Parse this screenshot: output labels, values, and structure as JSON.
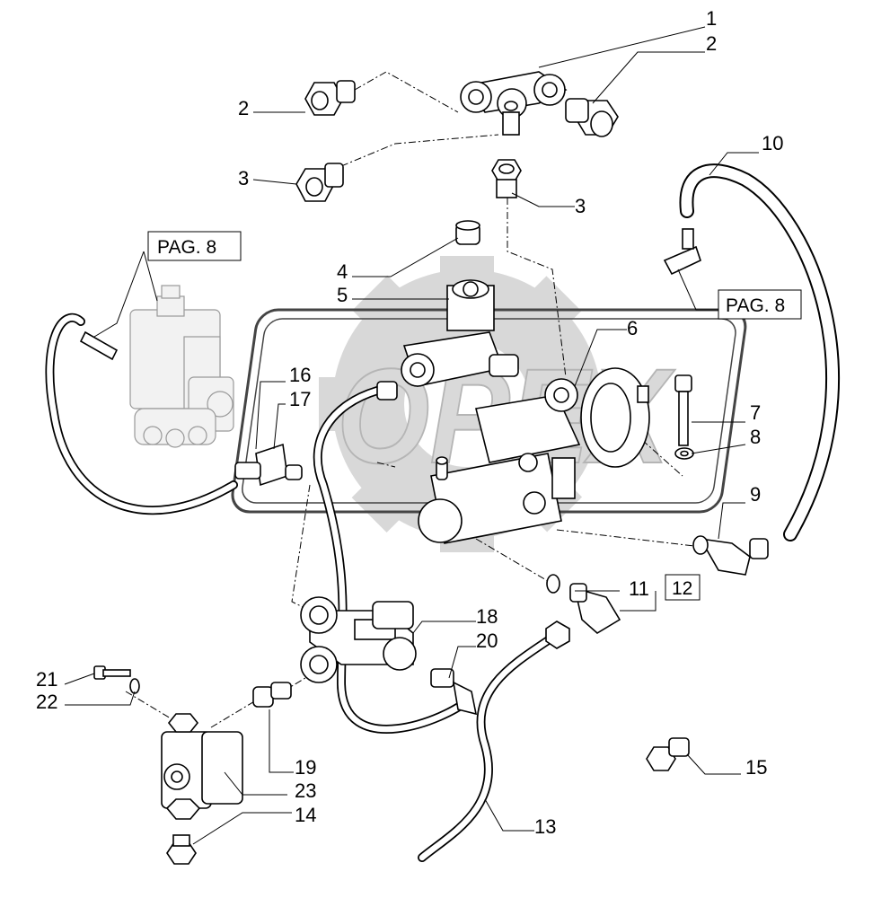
{
  "watermark": {
    "text": "OPEX"
  },
  "reference_boxes": [
    {
      "id": "ref-left",
      "label": "PAG. 8"
    },
    {
      "id": "ref-right",
      "label": "PAG. 8"
    },
    {
      "id": "ref-12",
      "label": "12"
    }
  ],
  "callouts": [
    {
      "id": "c1",
      "label": "1"
    },
    {
      "id": "c2a",
      "label": "2"
    },
    {
      "id": "c2b",
      "label": "2"
    },
    {
      "id": "c3a",
      "label": "3"
    },
    {
      "id": "c3b",
      "label": "3"
    },
    {
      "id": "c4",
      "label": "4"
    },
    {
      "id": "c5",
      "label": "5"
    },
    {
      "id": "c6",
      "label": "6"
    },
    {
      "id": "c7",
      "label": "7"
    },
    {
      "id": "c8",
      "label": "8"
    },
    {
      "id": "c9",
      "label": "9"
    },
    {
      "id": "c10",
      "label": "10"
    },
    {
      "id": "c11",
      "label": "11"
    },
    {
      "id": "c13",
      "label": "13"
    },
    {
      "id": "c14",
      "label": "14"
    },
    {
      "id": "c15",
      "label": "15"
    },
    {
      "id": "c16",
      "label": "16"
    },
    {
      "id": "c17",
      "label": "17"
    },
    {
      "id": "c18",
      "label": "18"
    },
    {
      "id": "c19",
      "label": "19"
    },
    {
      "id": "c20",
      "label": "20"
    },
    {
      "id": "c21",
      "label": "21"
    },
    {
      "id": "c22",
      "label": "22"
    },
    {
      "id": "c23",
      "label": "23"
    }
  ]
}
